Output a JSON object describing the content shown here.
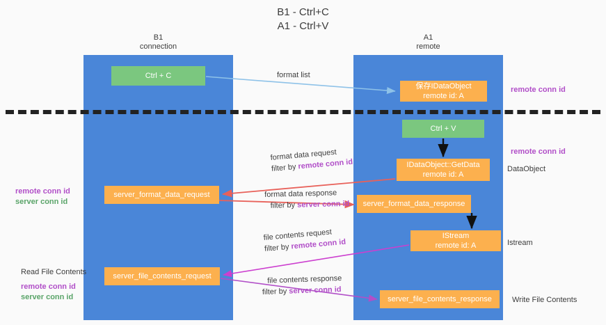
{
  "title": {
    "line1": "B1 - Ctrl+C",
    "line2": "A1 - Ctrl+V"
  },
  "lanes": [
    {
      "id": "b1",
      "name": "B1",
      "subtitle": "connection",
      "color": "#4a86d8"
    },
    {
      "id": "a1",
      "name": "A1",
      "subtitle": "remote",
      "color": "#4a86d8"
    }
  ],
  "colors": {
    "lane": "#4a86d8",
    "green_node": "#7bc77f",
    "orange_node": "#fcb04e",
    "purple_text": "#b14fc8",
    "green_text": "#5aa469",
    "divider": "#222222",
    "arrow_blue": "#8ec2e8",
    "arrow_red": "#e8615a",
    "arrow_magenta": "#cc3fcf",
    "arrow_purple": "#b14fc8",
    "arrow_black": "#111111"
  },
  "nodes": {
    "ctrl_c": {
      "line1": "Ctrl + C",
      "line2": "",
      "style": "green"
    },
    "save_dataobject": {
      "line1": "保存IDataObject",
      "line2": "remote id: A",
      "style": "orange"
    },
    "ctrl_v": {
      "line1": "Ctrl + V",
      "line2": "",
      "style": "green"
    },
    "getdata": {
      "line1": "IDataObject::GetData",
      "line2": "remote id: A",
      "style": "orange"
    },
    "server_format_data_request": {
      "line1": "server_format_data_request",
      "line2": "",
      "style": "orange"
    },
    "server_format_data_response": {
      "line1": "server_format_data_response",
      "line2": "",
      "style": "orange"
    },
    "istream": {
      "line1": "IStream",
      "line2": "remote id: A",
      "style": "orange"
    },
    "server_file_contents_request": {
      "line1": "server_file_contents_request",
      "line2": "",
      "style": "orange"
    },
    "server_file_contents_response": {
      "line1": "server_file_contents_response",
      "line2": "",
      "style": "orange"
    }
  },
  "edge_labels": {
    "format_list": {
      "text": "format list"
    },
    "format_data_request": {
      "line1": "format data request",
      "filter_prefix": "filter by ",
      "filter_key": "remote conn id"
    },
    "format_data_response": {
      "line1": "format data response",
      "filter_prefix": "filter by ",
      "filter_key": "server conn id"
    },
    "file_contents_request": {
      "line1": "file contents request",
      "filter_prefix": "filter by ",
      "filter_key": "remote conn id"
    },
    "file_contents_response": {
      "line1": "file contents response",
      "filter_prefix": "filter by ",
      "filter_key": "server conn id"
    }
  },
  "annotations": {
    "right_remote_conn_id_top": "remote conn id",
    "right_remote_conn_id_mid": "remote conn id",
    "right_dataobject": "DataObject",
    "right_istream": "Istream",
    "right_write_file_contents": "Write File Contents",
    "left_mid": {
      "remote": "remote conn id",
      "server": "server conn id"
    },
    "left_bottom": {
      "heading": "Read File Contents",
      "remote": "remote conn id",
      "server": "server conn id"
    }
  }
}
